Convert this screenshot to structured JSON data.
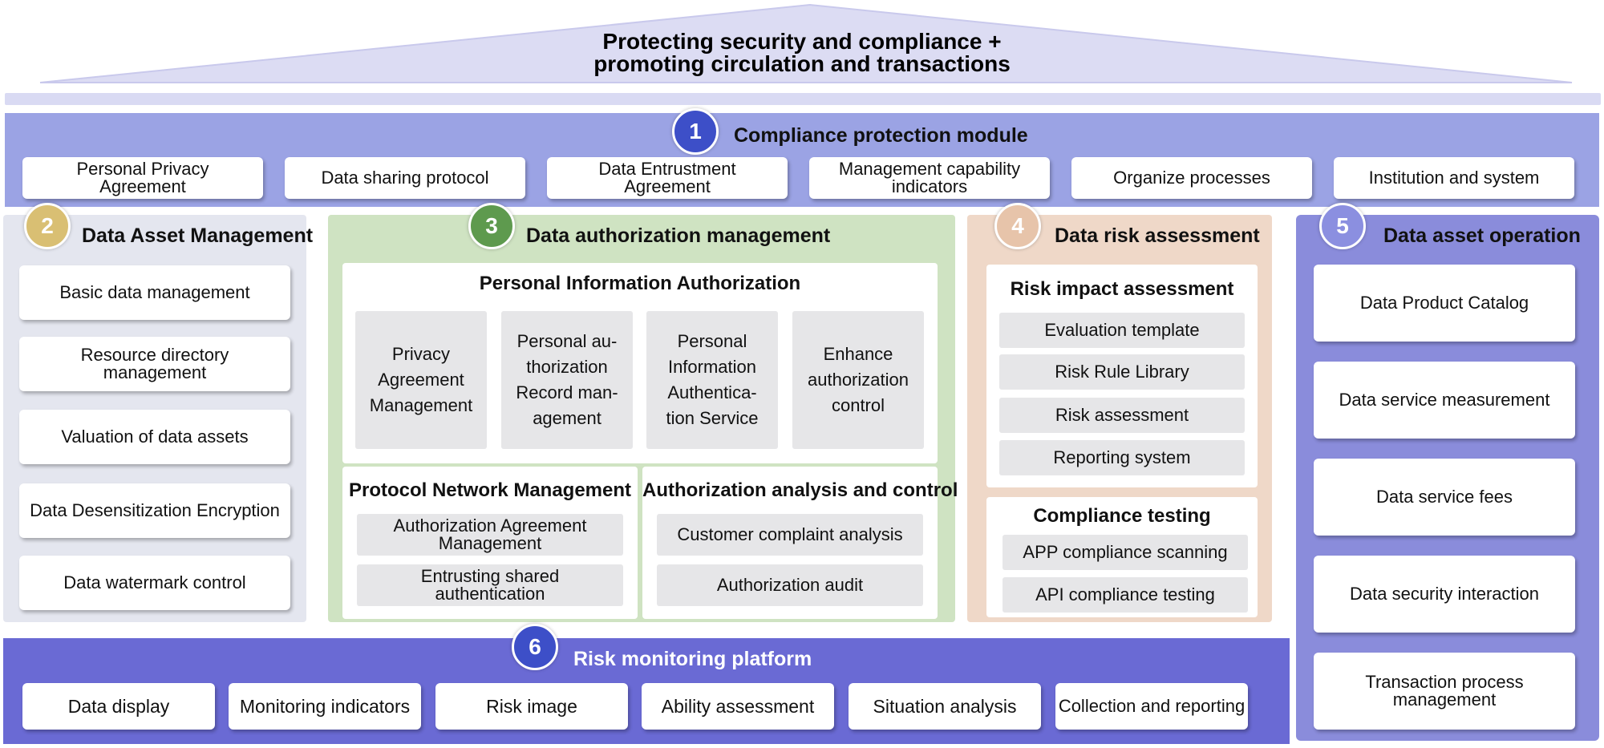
{
  "header": {
    "title_line1": "Protecting security and compliance +",
    "title_line2": "promoting circulation and transactions"
  },
  "badges": [
    "1",
    "2",
    "3",
    "4",
    "5",
    "6"
  ],
  "colors": {
    "roof": "#d9d9f2",
    "compliance_band": "#9aa2e4",
    "asset_mgmt": "#e4e6ef",
    "authorization": "#cfe3c2",
    "risk_assessment": "#efd8c8",
    "asset_operation": "#8a8cdb",
    "monitoring": "#6a6ad4",
    "badge_blue": "#3d4fc8",
    "badge_gold": "#d9bf73",
    "badge_green": "#5e9a4e",
    "badge_peach": "#e7c4aa",
    "badge_lavender": "#8b8fe0"
  },
  "compliance": {
    "title": "Compliance protection module",
    "items": [
      "Personal Privacy\nAgreement",
      "Data sharing protocol",
      "Data Entrustment\nAgreement",
      "Management capability\nindicators",
      "Organize processes",
      "Institution and system"
    ]
  },
  "asset_mgmt": {
    "title": "Data Asset Management",
    "items": [
      "Basic data management",
      "Resource directory\nmanagement",
      "Valuation of data assets",
      "Data Desensitization Encryption",
      "Data watermark control"
    ]
  },
  "authorization": {
    "title": "Data authorization management",
    "personal": {
      "title": "Personal Information Authorization",
      "items": [
        "Privacy\nAgreement\nManagement",
        "Personal au-\nthorization\nRecord man-\nagement",
        "Personal\nInformation\nAuthentica-\ntion Service",
        "Enhance\nauthorization\ncontrol"
      ]
    },
    "protocol": {
      "title": "Protocol Network Management",
      "items": [
        "Authorization Agreement\nManagement",
        "Entrusting shared\nauthentication"
      ]
    },
    "analysis": {
      "title": "Authorization analysis and control",
      "items": [
        "Customer complaint analysis",
        "Authorization audit"
      ]
    }
  },
  "risk": {
    "title": "Data risk assessment",
    "impact": {
      "title": "Risk impact assessment",
      "items": [
        "Evaluation template",
        "Risk Rule Library",
        "Risk assessment",
        "Reporting system"
      ]
    },
    "testing": {
      "title": "Compliance testing",
      "items": [
        "APP compliance scanning",
        "API compliance testing"
      ]
    }
  },
  "operation": {
    "title": "Data asset operation",
    "items": [
      "Data Product Catalog",
      "Data service measurement",
      "Data service fees",
      "Data security interaction",
      "Transaction process\nmanagement"
    ]
  },
  "monitoring": {
    "title": "Risk monitoring platform",
    "items": [
      "Data display",
      "Monitoring indicators",
      "Risk image",
      "Ability assessment",
      "Situation analysis",
      "Collection and reporting"
    ]
  }
}
